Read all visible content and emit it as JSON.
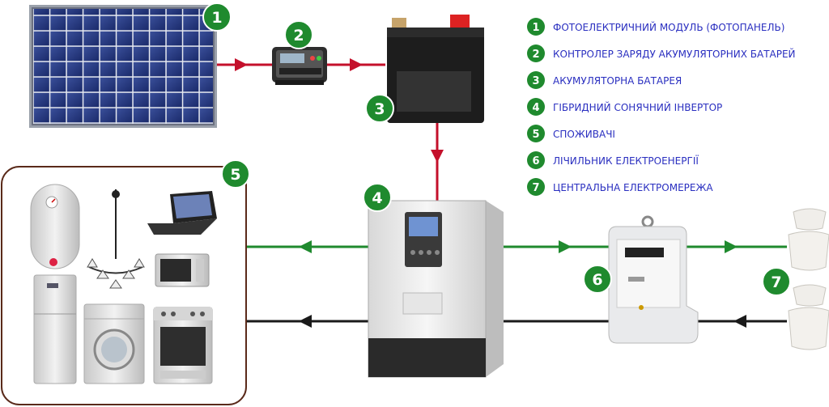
{
  "colors": {
    "badge": "#1f8a2e",
    "legend_text": "#2a2fc0",
    "arrow_red": "#c4102b",
    "arrow_green": "#1f8a2e",
    "arrow_black": "#1a1a1a",
    "frame": "#5a2a1a"
  },
  "badges": {
    "panel": "1",
    "controller": "2",
    "battery": "3",
    "inverter": "4",
    "consumers": "5",
    "meter": "6",
    "grid": "7"
  },
  "legend": [
    {
      "num": "1",
      "label": "ФОТОЕЛЕКТРИЧНИЙ МОДУЛЬ (ФОТОПАНЕЛЬ)"
    },
    {
      "num": "2",
      "label": "КОНТРОЛЕР ЗАРЯДУ АКУМУЛЯТОРНИХ БАТАРЕЙ"
    },
    {
      "num": "3",
      "label": "АКУМУЛЯТОРНА БАТАРЕЯ"
    },
    {
      "num": "4",
      "label": "ГІБРИДНИЙ СОНЯЧНИЙ ІНВЕРТОР"
    },
    {
      "num": "5",
      "label": "СПОЖИВАЧІ"
    },
    {
      "num": "6",
      "label": "ЛІЧИЛЬНИК ЕЛЕКТРОЕНЕРГІЇ"
    },
    {
      "num": "7",
      "label": "ЦЕНТРАЛЬНА ЕЛЕКТРОМЕРЕЖА"
    }
  ],
  "icons": {
    "panel": "solar-panel-icon",
    "controller": "charge-controller-icon",
    "battery": "battery-icon",
    "inverter": "hybrid-inverter-icon",
    "meter": "electricity-meter-icon",
    "grid": "grid-insulator-icon",
    "consumers": [
      "water-heater-icon",
      "chandelier-icon",
      "laptop-icon",
      "microwave-icon",
      "fridge-icon",
      "washing-machine-icon",
      "oven-icon"
    ]
  }
}
